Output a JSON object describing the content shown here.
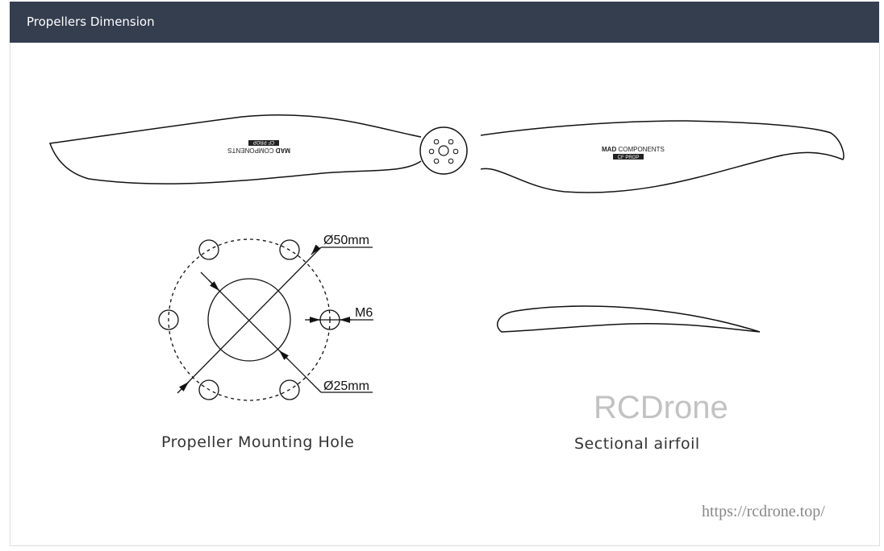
{
  "header": {
    "title": "Propellers Dimension"
  },
  "propeller": {
    "brand_bold": "MAD",
    "brand_rest": "COMPONENTS",
    "tag": "CF PROP"
  },
  "mounting": {
    "outer_diameter": "Ø50mm",
    "inner_diameter": "Ø25mm",
    "hole_thread": "M6",
    "caption": "Propeller Mounting Hole"
  },
  "airfoil": {
    "caption": "Sectional airfoil"
  },
  "watermark": "RCDrone",
  "url": "https://rcdrone.top/"
}
